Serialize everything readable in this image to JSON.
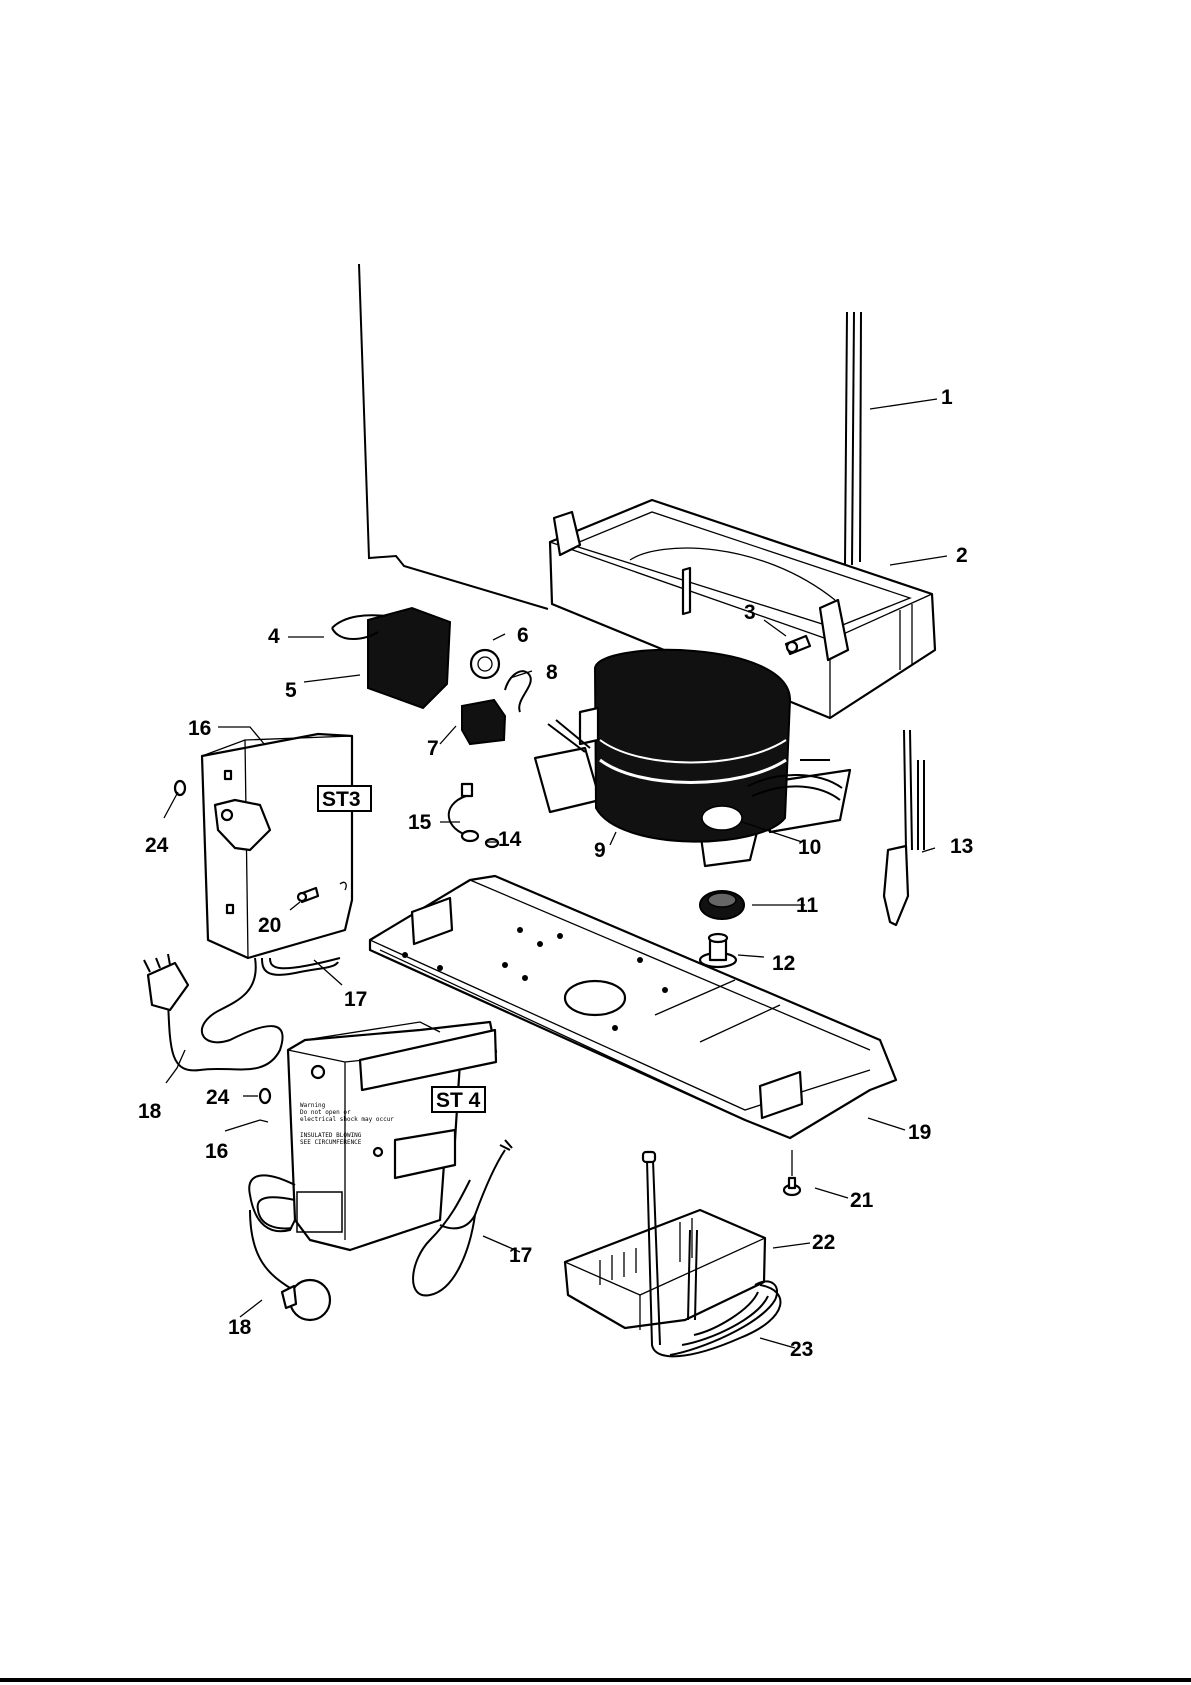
{
  "labels": {
    "l1": "1",
    "l2": "2",
    "l3": "3",
    "l4": "4",
    "l5": "5",
    "l6": "6",
    "l7": "7",
    "l8": "8",
    "l9": "9",
    "l10": "10",
    "l11": "11",
    "l12": "12",
    "l13": "13",
    "l14": "14",
    "l15": "15",
    "l16a": "16",
    "l16b": "16",
    "l17a": "17",
    "l17b": "17",
    "l18a": "18",
    "l18b": "18",
    "l19": "19",
    "l20": "20",
    "l21": "21",
    "l22": "22",
    "l23": "23",
    "l24a": "24",
    "l24b": "24"
  },
  "variants": {
    "st3": "ST3",
    "st4": "ST 4"
  }
}
